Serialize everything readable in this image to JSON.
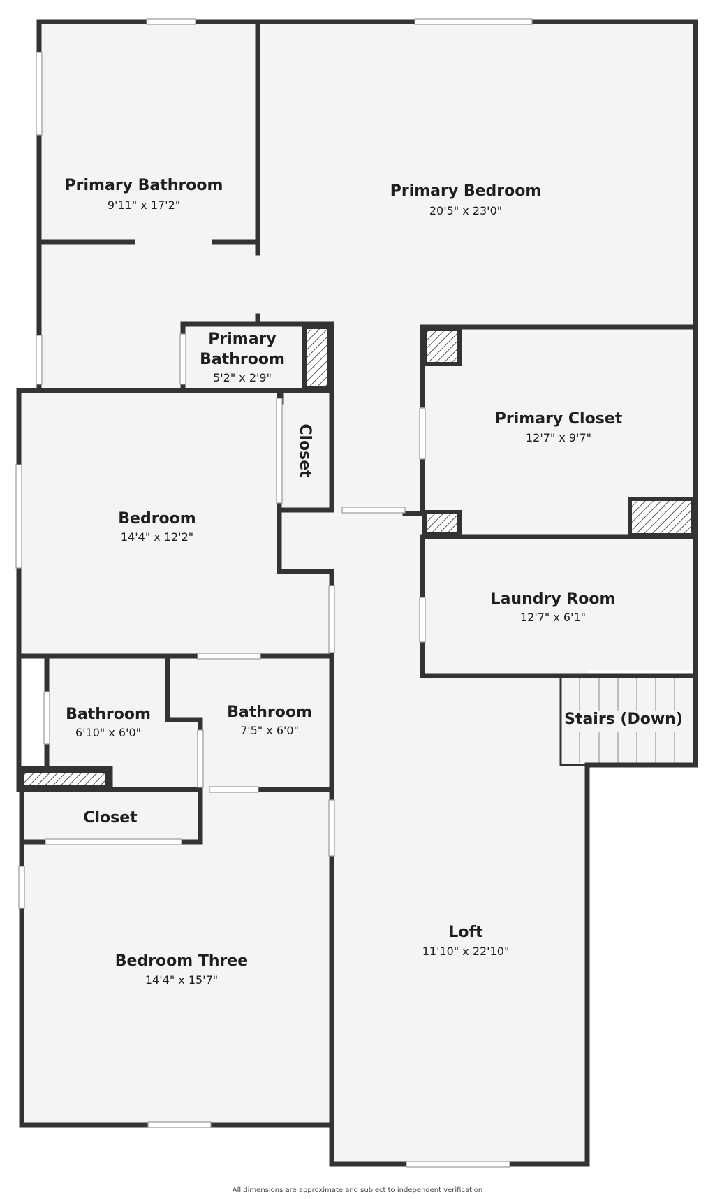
{
  "rooms": {
    "primary_bathroom": {
      "name": "Primary Bathroom",
      "dims": "9'11\" x 17'2\""
    },
    "primary_bedroom": {
      "name": "Primary Bedroom",
      "dims": "20'5\" x 23'0\""
    },
    "primary_bathroom_small": {
      "name_line1": "Primary",
      "name_line2": "Bathroom",
      "dims": "5'2\" x 2'9\""
    },
    "closet_vertical": {
      "name": "Closet"
    },
    "primary_closet": {
      "name": "Primary Closet",
      "dims": "12'7\" x 9'7\""
    },
    "bedroom": {
      "name": "Bedroom",
      "dims": "14'4\" x 12'2\""
    },
    "laundry_room": {
      "name": "Laundry Room",
      "dims": "12'7\" x 6'1\""
    },
    "bathroom_left": {
      "name": "Bathroom",
      "dims": "6'10\" x 6'0\""
    },
    "bathroom_right": {
      "name": "Bathroom",
      "dims": "7'5\" x 6'0\""
    },
    "stairs": {
      "name": "Stairs (Down)"
    },
    "closet_small": {
      "name": "Closet"
    },
    "bedroom_three": {
      "name": "Bedroom Three",
      "dims": "14'4\" x 15'7\""
    },
    "loft": {
      "name": "Loft",
      "dims": "11'10\" x 22'10\""
    }
  },
  "footer": {
    "disclaimer": "All dimensions are approximate and subject to independent verification"
  },
  "colors": {
    "wall": "#333333",
    "floor": "#f4f4f4",
    "background": "#ffffff"
  }
}
